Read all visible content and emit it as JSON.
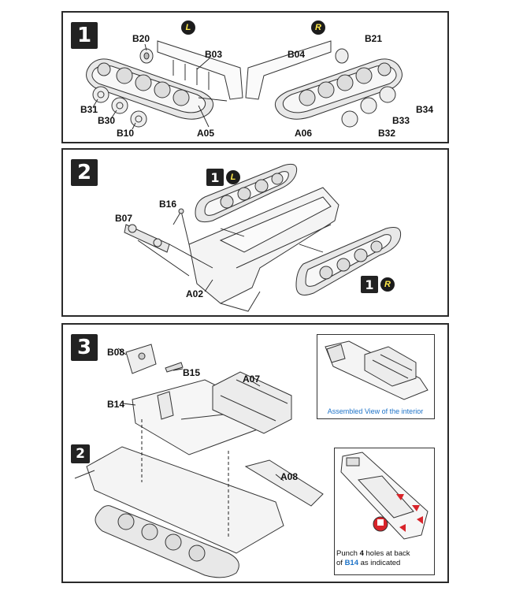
{
  "steps": [
    {
      "number": "1",
      "side_left": "L",
      "side_right": "R",
      "parts": {
        "B20": "B20",
        "B03": "B03",
        "B31": "B31",
        "B30": "B30",
        "B10": "B10",
        "A05": "A05",
        "B04": "B04",
        "B21": "B21",
        "B34": "B34",
        "B33": "B33",
        "B32": "B32",
        "A06": "A06"
      }
    },
    {
      "number": "2",
      "ref_left_num": "1",
      "ref_left_side": "L",
      "ref_right_num": "1",
      "ref_right_side": "R",
      "parts": {
        "B16": "B16",
        "B07": "B07",
        "A02": "A02"
      }
    },
    {
      "number": "3",
      "sub_ref": "2",
      "parts": {
        "B08": "B08",
        "B15": "B15",
        "B14": "B14",
        "A07": "A07",
        "A08": "A08"
      },
      "inset_interior_caption": "Assembled View of the interior",
      "punch_note": {
        "line1_pre": "Punch ",
        "count": "4",
        "line1_post": " holes at back",
        "line2_pre": "of ",
        "part": "B14",
        "line2_post": " as indicated"
      }
    }
  ],
  "colors": {
    "frame": "#2a2a2a",
    "badge_bg": "#222222",
    "side_text": "#ffe94a",
    "note_blue": "#1e73c8",
    "punch_red": "#d8242a"
  }
}
